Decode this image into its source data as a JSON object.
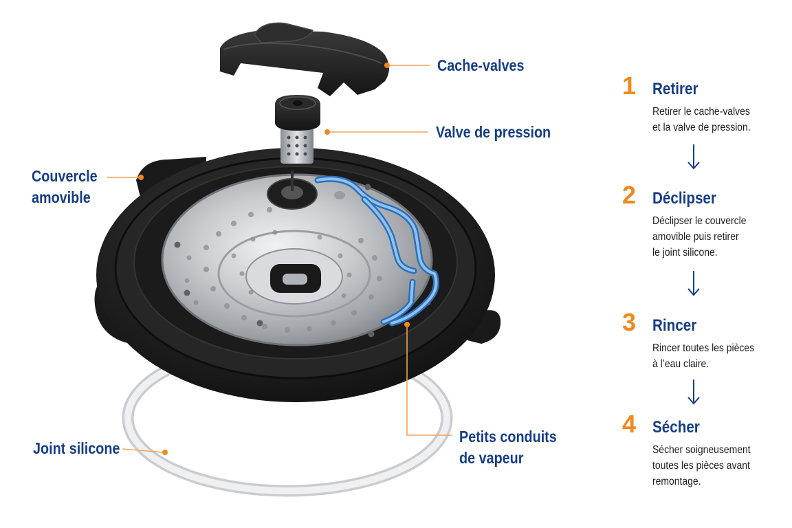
{
  "labels": {
    "cache_valves": "Cache-valves",
    "valve_pression": "Valve de pression",
    "couvercle_line1": "Couvercle",
    "couvercle_line2": "amovible",
    "joint": "Joint silicone",
    "conduits_line1": "Petits conduits",
    "conduits_line2": "de vapeur"
  },
  "steps": [
    {
      "number": "1",
      "title": "Retirer",
      "lines": [
        "Retirer le cache-valves",
        "et la valve de pression."
      ]
    },
    {
      "number": "2",
      "title": "Déclipser",
      "lines": [
        "Déclipser le couvercle",
        "amovible puis retirer",
        "le joint silicone."
      ]
    },
    {
      "number": "3",
      "title": "Rincer",
      "lines": [
        "Rincer toutes les pièces",
        "à l’eau claire."
      ]
    },
    {
      "number": "4",
      "title": "Sécher",
      "lines": [
        "Sécher soigneusement",
        "toutes les pièces avant",
        "remontage."
      ]
    }
  ],
  "colors": {
    "label_blue": "#163d82",
    "accent_orange": "#ee8a1e",
    "leader_orange": "#f0a35a",
    "steam_blue": "#4f9ae6",
    "lid_black": "#1c1c1c",
    "steel": "#b9bcc0",
    "gasket": "#e6e8ea"
  },
  "icons": [
    "arrow-down-icon"
  ]
}
